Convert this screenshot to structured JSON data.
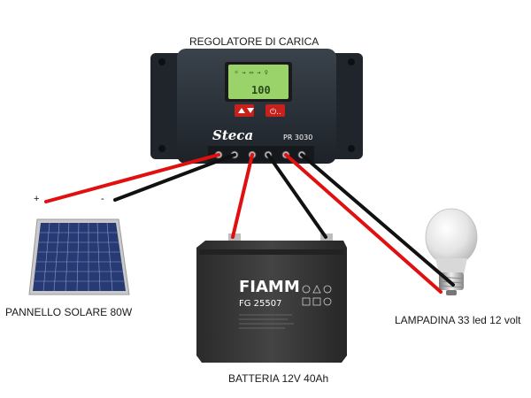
{
  "labels": {
    "regulator": "REGOLATORE DI CARICA",
    "panel": "PANNELLO SOLARE 80W",
    "battery": "BATTERIA 12V 40Ah",
    "lamp": "LAMPADINA 33 led 12 volt"
  },
  "signs": {
    "plus": "+",
    "minus": "-"
  },
  "regulator": {
    "brand": "Steca",
    "model": "PR 3030",
    "display": "100"
  },
  "battery": {
    "brand": "FIAMM",
    "model": "FG 25507"
  },
  "colors": {
    "positive_wire": "#e01010",
    "negative_wire": "#111111",
    "regulator_body": "#2b3138",
    "display": "#9ad36a",
    "battery_body": "#333333"
  }
}
